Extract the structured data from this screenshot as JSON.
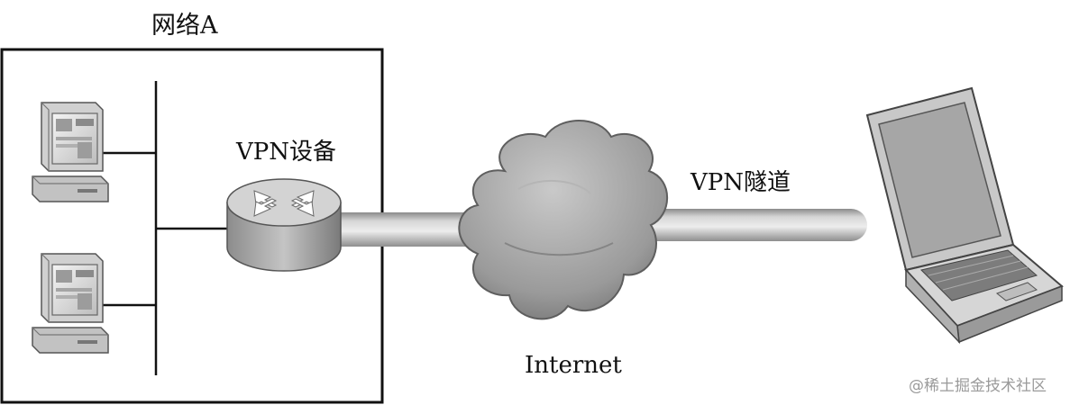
{
  "network": {
    "title": "网络A"
  },
  "vpn_device": {
    "label": "VPN设备"
  },
  "tunnel": {
    "label": "VPN隧道"
  },
  "internet": {
    "label": "Internet"
  },
  "watermark": {
    "text": "@稀土掘金技术社区"
  },
  "colors": {
    "line": "#111111",
    "tunnel": "#bdbdbd",
    "router": "#a9a9a9",
    "cloud": "#9e9e9e",
    "computer": "#c8c8c8"
  }
}
